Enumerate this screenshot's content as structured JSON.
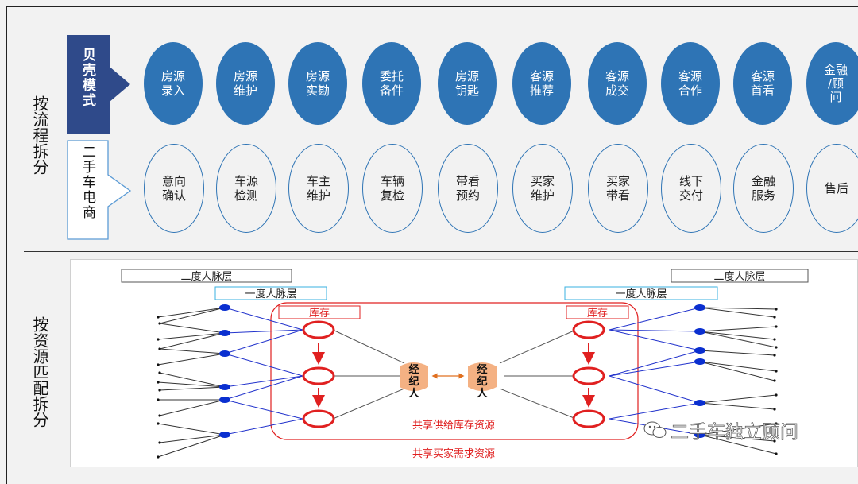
{
  "section_labels": {
    "process": "按流程拆分",
    "resource": "按资源匹配拆分"
  },
  "rows": {
    "beike": {
      "label": "贝壳模式",
      "items": [
        "房源\n录入",
        "房源\n维护",
        "房源\n实勘",
        "委托\n备件",
        "房源\n钥匙",
        "客源\n推荐",
        "客源\n成交",
        "客源\n合作",
        "客源\n首看",
        "金融\n/顾\n问"
      ]
    },
    "ershouche": {
      "label": "二手车电商",
      "items": [
        "意向\n确认",
        "车源\n检测",
        "车主\n维护",
        "车辆\n复检",
        "带看\n预约",
        "买家\n维护",
        "买家\n带看",
        "线下\n交付",
        "金融\n服务",
        "售后"
      ]
    }
  },
  "diagram": {
    "second_degree_left": "二度人脉层",
    "second_degree_right": "二度人脉层",
    "first_degree_left": "一度人脉层",
    "first_degree_right": "一度人脉层",
    "inventory_left": "库存",
    "inventory_right": "库存",
    "agent_left": "经纪人",
    "agent_right": "经纪人",
    "shared_supply": "共享供给库存资源",
    "shared_demand": "共享买家需求资源"
  },
  "watermark": "二手车独立顾问",
  "colors": {
    "blue_fill": "#2e74b5",
    "navy": "#2f4a8a",
    "red": "#e02020",
    "agent_orange": "#f4b183",
    "first_degree_border": "#3ab0e0"
  }
}
